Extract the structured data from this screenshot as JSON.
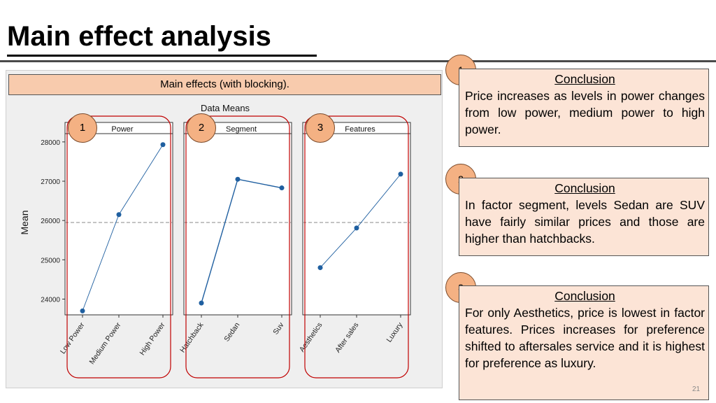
{
  "slide": {
    "title": "Main effect analysis",
    "caption": "Main effects (with blocking).",
    "page_number": "21"
  },
  "chart_data": {
    "type": "line",
    "title": "Main Effects Plot for Response",
    "subtitle": "Data Means",
    "ylabel": "Mean",
    "ylim": [
      23500,
      28400
    ],
    "yticks": [
      24000,
      25000,
      26000,
      27000,
      28000
    ],
    "reference_line": 25950,
    "panels": [
      {
        "name": "Power",
        "marker": "1",
        "categories": [
          "Low Power",
          "Medium Power",
          "High Power"
        ],
        "values": [
          23700,
          26150,
          27930
        ]
      },
      {
        "name": "Segment",
        "marker": "2",
        "categories": [
          "Hatchback",
          "Sedan",
          "Suv"
        ],
        "values": [
          23900,
          27050,
          26830
        ]
      },
      {
        "name": "Features",
        "marker": "3",
        "categories": [
          "Aesthetics",
          "After sales",
          "Luxury"
        ],
        "values": [
          24800,
          25810,
          27180
        ]
      }
    ],
    "line_color": "#1f5fa0",
    "highlight_color": "#c00000"
  },
  "conclusions": [
    {
      "number": "1",
      "heading": "Conclusion",
      "text": "Price increases as levels in power changes from low power, medium power to high power."
    },
    {
      "number": "2",
      "heading": "Conclusion",
      "text": "In factor segment, levels Sedan are SUV have fairly similar prices and those are higher than hatchbacks."
    },
    {
      "number": "3",
      "heading": "Conclusion",
      "text": "For only Aesthetics, price is lowest in factor features. Prices increases for preference shifted to aftersales service and it is highest for preference as luxury."
    }
  ]
}
